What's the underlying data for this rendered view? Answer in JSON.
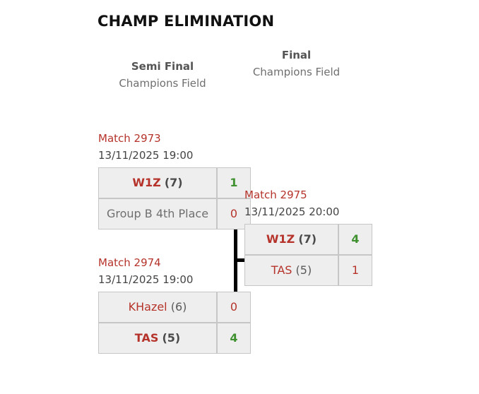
{
  "title": "CHAMP ELIMINATION",
  "rounds": [
    {
      "name": "Semi Final",
      "venue": "Champions Field"
    },
    {
      "name": "Final",
      "venue": "Champions Field"
    }
  ],
  "matches": [
    {
      "id": "match-2973",
      "label": "Match 2973",
      "date": "13/11/2025 19:00",
      "rows": [
        {
          "team": "W1Z",
          "seed": "(7)",
          "score": "1",
          "winner": true,
          "placeholder": false
        },
        {
          "team": "Group B 4th Place",
          "seed": "",
          "score": "0",
          "winner": false,
          "placeholder": true
        }
      ]
    },
    {
      "id": "match-2974",
      "label": "Match 2974",
      "date": "13/11/2025 19:00",
      "rows": [
        {
          "team": "KHazel",
          "seed": "(6)",
          "score": "0",
          "winner": false,
          "placeholder": false
        },
        {
          "team": "TAS",
          "seed": "(5)",
          "score": "4",
          "winner": true,
          "placeholder": false
        }
      ]
    },
    {
      "id": "match-2975",
      "label": "Match 2975",
      "date": "13/11/2025 20:00",
      "rows": [
        {
          "team": "W1Z",
          "seed": "(7)",
          "score": "4",
          "winner": true,
          "placeholder": false
        },
        {
          "team": "TAS",
          "seed": "(5)",
          "score": "1",
          "winner": false,
          "placeholder": false
        }
      ]
    }
  ],
  "colors": {
    "team_red": "#b5332a",
    "team_grey": "#6f6f6f",
    "score_win": "#3f9130",
    "score_lose": "#b5332a",
    "cell_bg": "#eeeeee",
    "cell_border": "#c6c6c6",
    "connector": "#000000"
  }
}
